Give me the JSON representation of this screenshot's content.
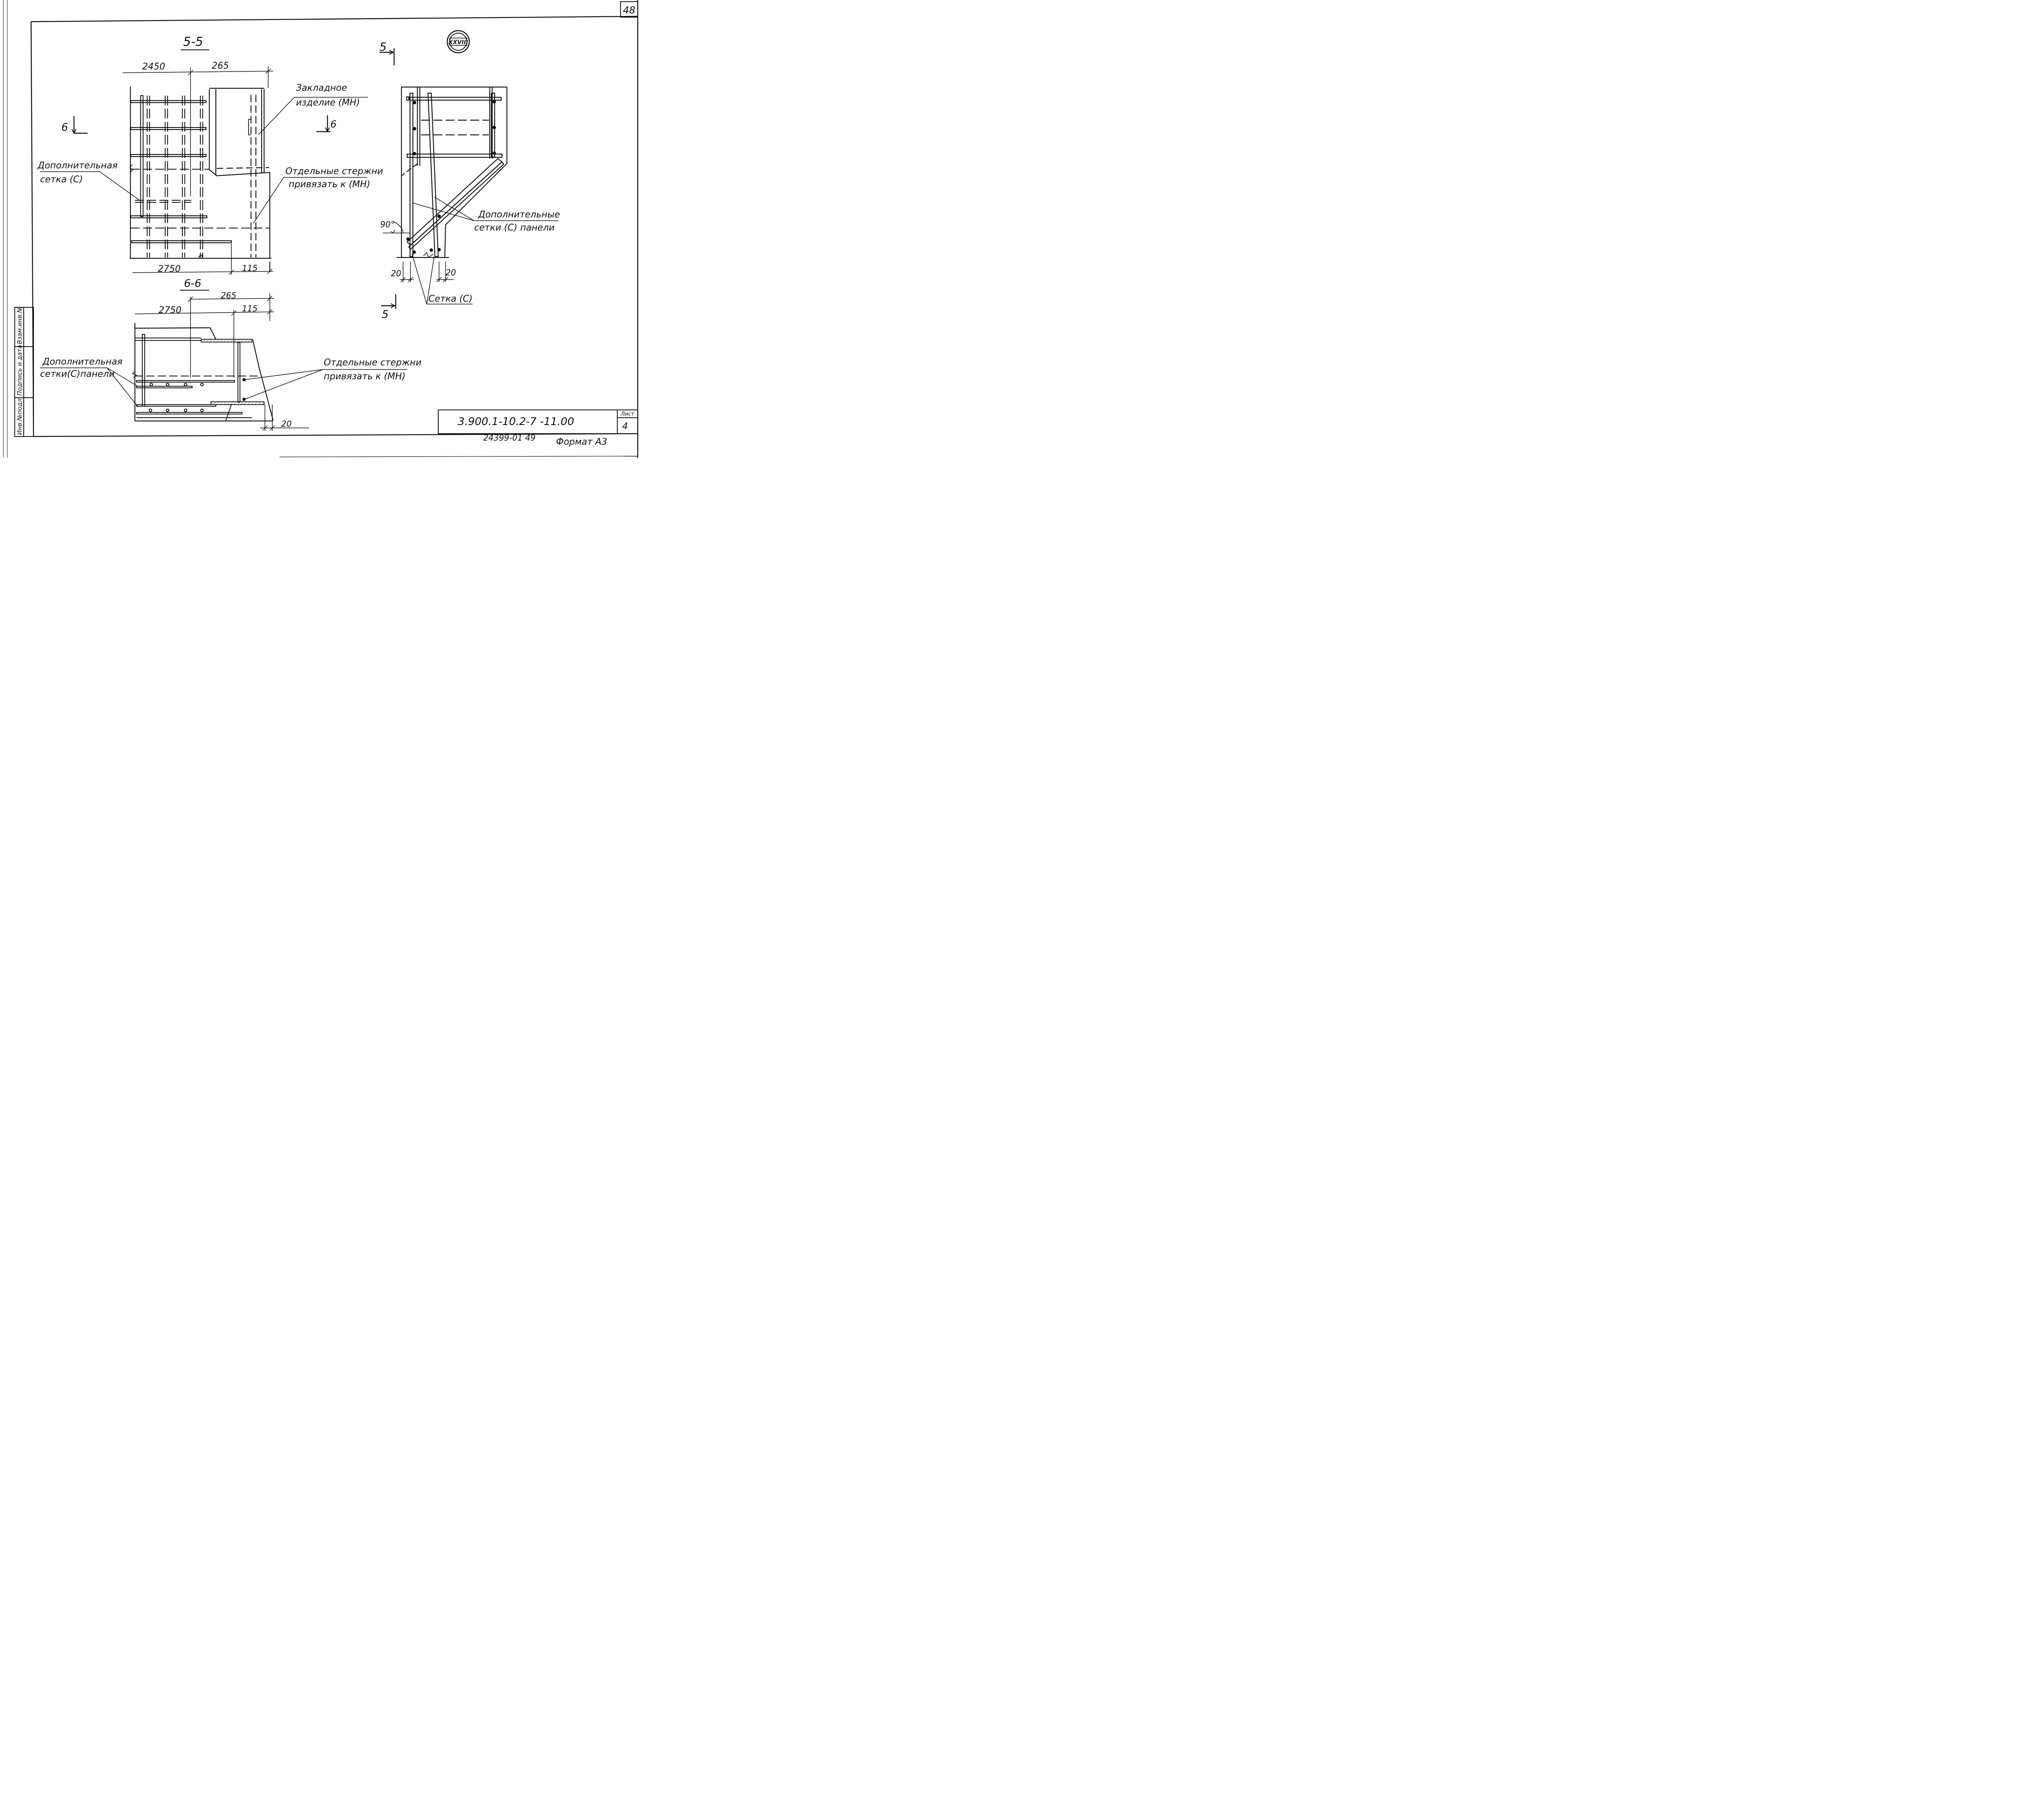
{
  "sheet": {
    "page_number": "48",
    "format_label": "Формат А3",
    "archive_code": "24399-01  49"
  },
  "title_block": {
    "designation": "3.900.1-10.2-7    -11.00",
    "list_label": "Лист",
    "list_value": "4"
  },
  "side_stamp": {
    "col1": "Инв.№подл.",
    "col2": "Подпись и дата",
    "col3": "Взам.инв.№"
  },
  "seal": {
    "text": "XXVIII"
  },
  "section_55": {
    "title": "5-5",
    "dims": {
      "d2450": "2450",
      "d265": "265",
      "d2750": "2750",
      "d115": "115"
    },
    "cut_mark_left": "6",
    "cut_mark_right": "6",
    "callouts": {
      "zakladnoe_1": "Закладное",
      "zakladnoe_2": "изделие (МН)",
      "dop_setka_1": "Дополнительная",
      "dop_setka_2": "сетка (С)",
      "otd_sterzhni_1": "Отдельные стержни",
      "otd_sterzhni_2": "привязать к (МН)"
    }
  },
  "section_66": {
    "title": "6-6",
    "dims": {
      "d265": "265",
      "d2750": "2750",
      "d115": "115",
      "d20": "20"
    },
    "callouts": {
      "dop_setki_1": "Дополнительная",
      "dop_setki_2": "сетки(С)панели",
      "otd_sterzhni_1": "Отдельные стержни",
      "otd_sterzhni_2": "привязать к (МН)"
    }
  },
  "elevation": {
    "cut_mark_top": "5",
    "cut_mark_bottom": "5",
    "angle": "90°",
    "dims": {
      "left20": "20",
      "right20": "20"
    },
    "callouts": {
      "dop_setki_1": "Дополнительные",
      "dop_setki_2": "сетки (С) панели",
      "setka": "Сетка (С)"
    }
  }
}
